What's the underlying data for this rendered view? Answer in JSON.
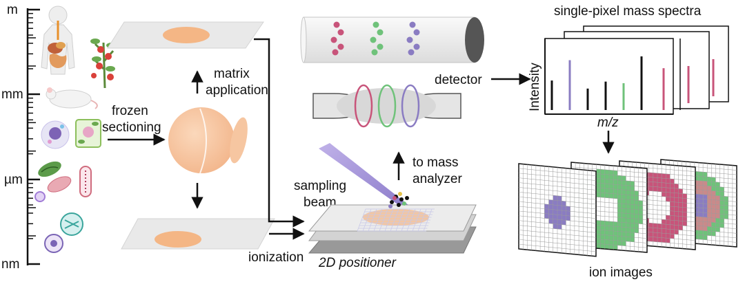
{
  "scale_axis": {
    "ticks": [
      "m",
      "mm",
      "µm",
      "nm"
    ]
  },
  "labels": {
    "frozen_sectioning_line1": "frozen",
    "frozen_sectioning_line2": "sectioning",
    "matrix_line1": "matrix",
    "matrix_line2": "application",
    "detector": "detector",
    "to_mass_line1": "to mass",
    "to_mass_line2": "analyzer",
    "sampling_line1": "sampling",
    "sampling_line2": "beam",
    "ionization": "ionization",
    "positioner": "2D positioner",
    "spectra_title": "single-pixel mass spectra",
    "y_axis": "Intensity",
    "x_axis": "m/z",
    "ion_images": "ion images"
  },
  "colors": {
    "purple": "#8a7cc2",
    "green": "#6fc27a",
    "red": "#c8547a",
    "tissue": "#f4c29a",
    "slide": "#e9e9e9"
  },
  "spectrum_peaks": [
    {
      "color": "#111111",
      "height": 0.55
    },
    {
      "color": "#8a7cc2",
      "height": 0.93
    },
    {
      "color": "#111111",
      "height": 0.4
    },
    {
      "color": "#111111",
      "height": 0.53
    },
    {
      "color": "#6fc27a",
      "height": 0.5
    },
    {
      "color": "#111111",
      "height": 1.0
    },
    {
      "color": "#c8547a",
      "height": 0.78
    }
  ]
}
